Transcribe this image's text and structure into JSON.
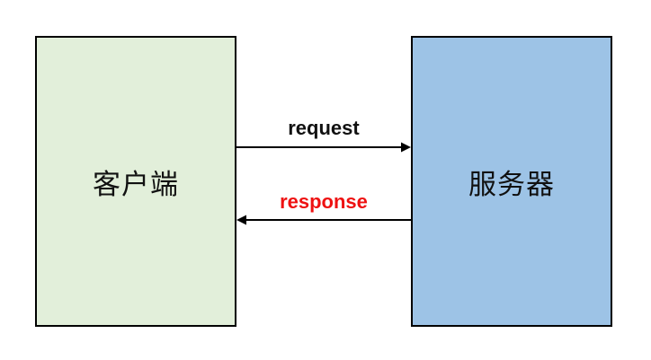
{
  "diagram": {
    "client": {
      "label": "客户端",
      "fill": "#e2efda",
      "border": "#000000"
    },
    "server": {
      "label": "服务器",
      "fill": "#9dc3e6",
      "border": "#000000"
    },
    "request": {
      "label": "request",
      "color": "#111111",
      "direction": "client-to-server"
    },
    "response": {
      "label": "response",
      "color": "#ee1111",
      "direction": "server-to-client"
    },
    "arrow_color": "#000000"
  }
}
